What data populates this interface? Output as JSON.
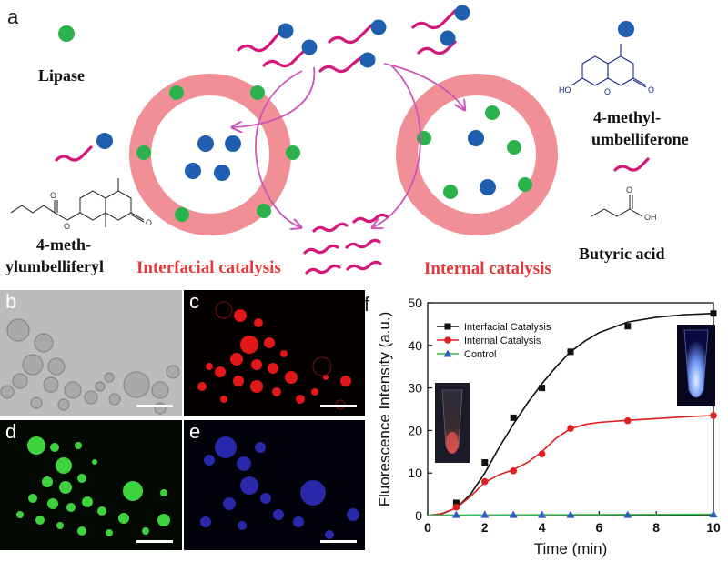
{
  "panel_a": {
    "letter": "a",
    "lipase_label": "Lipase",
    "substrate_label_line1": "4-meth-",
    "substrate_label_line2": "ylumbelliferyl",
    "product1_label_line1": "4-methyl-",
    "product1_label_line2": "umbelliferone",
    "product2_label": "Butyric acid",
    "interfacial_label": "Interfacial catalysis",
    "internal_label": "Internal catalysis",
    "struct_ho": "HO",
    "struct_oh": "OH",
    "struct_o": "O",
    "colors": {
      "droplet_ring": "#f08f96",
      "lipase": "#2bb24c",
      "blue_molecule": "#1f5fb0",
      "chain": "#d6177a",
      "arrow": "#cc55bb",
      "structure": "#1a2a8a"
    }
  },
  "micrographs": [
    {
      "letter": "b",
      "mode": "brightfield"
    },
    {
      "letter": "c",
      "mode": "red fluorescence"
    },
    {
      "letter": "d",
      "mode": "green fluorescence"
    },
    {
      "letter": "e",
      "mode": "blue fluorescence"
    }
  ],
  "panel_f": {
    "letter": "f"
  },
  "chart_data": {
    "type": "line",
    "xlabel": "Time (min)",
    "ylabel": "Fluorescence Intensity (a.u.)",
    "xlim": [
      0,
      10
    ],
    "ylim": [
      0,
      50
    ],
    "xticks": [
      0,
      2,
      4,
      6,
      8,
      10
    ],
    "yticks": [
      0,
      10,
      20,
      30,
      40,
      50
    ],
    "legend_position": "top-left",
    "grid": false,
    "series": [
      {
        "name": "Interfacial Catalysis",
        "color": "#111111",
        "marker": "square",
        "x": [
          1,
          2,
          3,
          4,
          5,
          7,
          10
        ],
        "y": [
          3,
          12.5,
          23,
          30,
          38.5,
          44.5,
          47.5
        ],
        "fit_x": [
          0,
          0.5,
          1,
          1.5,
          2,
          2.5,
          3,
          3.5,
          4,
          4.5,
          5,
          5.5,
          6,
          7,
          8,
          9,
          10
        ],
        "fit_y": [
          0,
          0.4,
          1.8,
          5,
          10,
          16,
          21.5,
          26.5,
          31,
          35,
          38.5,
          41,
          43,
          45.5,
          46.6,
          47.2,
          47.5
        ]
      },
      {
        "name": "Internal  Catalysis",
        "color": "#e02020",
        "marker": "circle",
        "x": [
          1,
          2,
          3,
          4,
          5,
          7,
          10
        ],
        "y": [
          2,
          8,
          10.5,
          14.5,
          20.5,
          22.3,
          23.5
        ],
        "fit_x": [
          0,
          0.5,
          1,
          1.5,
          2,
          2.5,
          3,
          3.5,
          4,
          4.5,
          5,
          5.5,
          6,
          7,
          8,
          9,
          10
        ],
        "fit_y": [
          0,
          0.5,
          1.8,
          4.5,
          7.8,
          9.6,
          10.8,
          12.5,
          15,
          18.2,
          20.4,
          21.4,
          21.9,
          22.4,
          22.8,
          23.2,
          23.5
        ]
      },
      {
        "name": "Control",
        "color": "#3ab54a",
        "marker": "triangle",
        "marker_color": "#2a5fc8",
        "x": [
          1,
          2,
          3,
          4,
          5,
          7,
          10
        ],
        "y": [
          0.2,
          0.2,
          0.2,
          0.2,
          0.2,
          0.2,
          0.3
        ],
        "fit_x": [
          0,
          10
        ],
        "fit_y": [
          0.1,
          0.3
        ]
      }
    ]
  }
}
